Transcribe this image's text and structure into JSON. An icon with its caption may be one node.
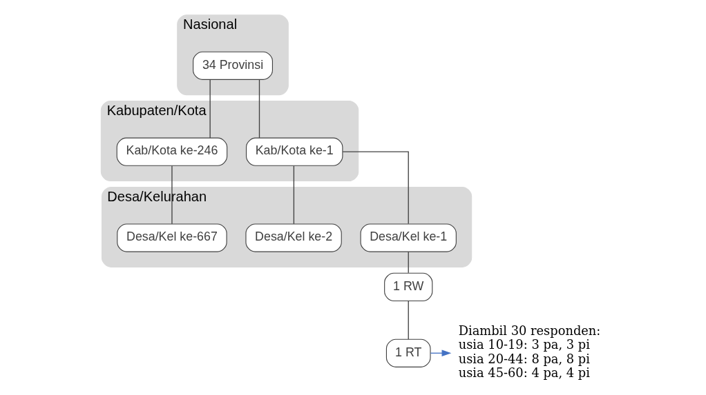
{
  "diagram": {
    "nodes": [
      {
        "text": [
          "Nasional"
        ]
      },
      {
        "text": [
          "34 Provinsi"
        ],
        "in": 0
      },
      {
        "text": [
          "Kabupaten/Kota"
        ]
      },
      {
        "text": [
          "Kab/Kota ke-1"
        ],
        "in": 2
      },
      {
        "text": [
          "Kab/Kota ke-246"
        ],
        "in": 2
      },
      {
        "text": [
          "Desa/Kelurahan"
        ]
      },
      {
        "text": [
          "Desa/Kel ke-1"
        ],
        "in": 5
      },
      {
        "text": [
          "Desa/Kel ke-2"
        ],
        "in": 5
      },
      {
        "text": [
          "Desa/Kel ke-667"
        ],
        "in": 5
      },
      {
        "text": [
          "1 RW"
        ]
      },
      {
        "text": [
          "1 RT"
        ]
      },
      {
        "text": [
          "Diambil 30 responden:",
          "usia 10-19: 3 pa, 3 pi",
          "usia 20-44: 8 pa, 8 pi",
          "usia 45-60: 4 pa, 4 pi"
        ]
      }
    ],
    "edges": [
      {
        "from": 1,
        "to": 3,
        "arrow": "none"
      },
      {
        "from": 1,
        "to": 4,
        "arrow": "none"
      },
      {
        "from": 3,
        "to": 6,
        "arrow": "none"
      },
      {
        "from": 3,
        "to": 7,
        "arrow": "none"
      },
      {
        "from": 4,
        "to": 8,
        "arrow": "none"
      },
      {
        "from": 6,
        "to": 9,
        "arrow": "none"
      },
      {
        "from": 9,
        "to": 10,
        "arrow": "none"
      },
      {
        "from": 10,
        "to": 11,
        "arrow": "to",
        "color": "#4472c4"
      }
    ]
  }
}
